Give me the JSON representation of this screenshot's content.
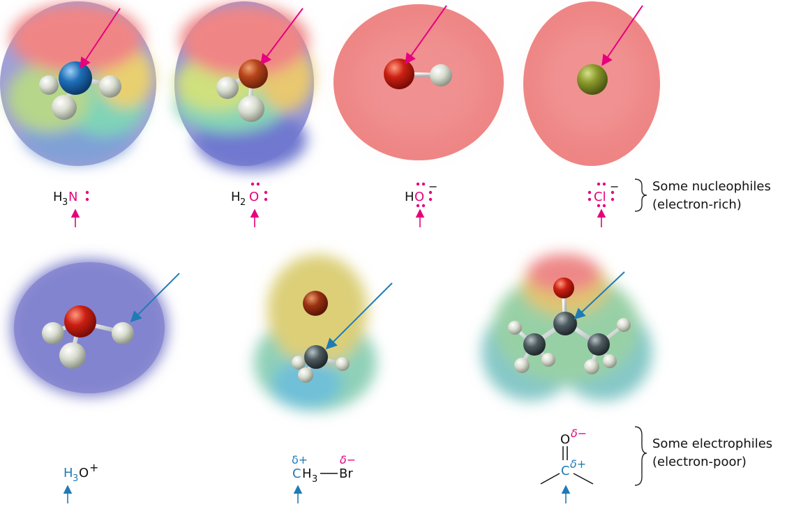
{
  "colors": {
    "nucleophile_accent": "#e6007e",
    "electrophile_accent": "#1f7bb5",
    "text": "#111111"
  },
  "nucleophiles": {
    "label_line1": "Some nucleophiles",
    "label_line2": "(electron-rich)",
    "items": [
      {
        "formula": "H3N:",
        "parts": {
          "h": "H",
          "sub": "3",
          "atom": "N"
        }
      },
      {
        "formula": "H2O:",
        "parts": {
          "h": "H",
          "sub": "2",
          "atom": "O"
        }
      },
      {
        "formula": "HO-",
        "parts": {
          "h": "H",
          "atom": "O",
          "charge": "−"
        }
      },
      {
        "formula": ":Cl:-",
        "parts": {
          "atom": "Cl",
          "charge": "−"
        }
      }
    ]
  },
  "electrophiles": {
    "label_line1": "Some electrophiles",
    "label_line2": "(electron-poor)",
    "items": [
      {
        "formula": "H3O+",
        "parts": {
          "h": "H",
          "sub": "3",
          "atom": "O",
          "charge": "+"
        }
      },
      {
        "formula": "CH3—Br",
        "parts": {
          "c": "C",
          "h": "H",
          "sub": "3",
          "br": "Br",
          "dplus": "δ+",
          "dminus": "δ−"
        }
      },
      {
        "formula": "(CH3)2C=O",
        "parts": {
          "o": "O",
          "c": "C",
          "dplus": "δ+",
          "dminus": "δ−"
        }
      }
    ]
  }
}
